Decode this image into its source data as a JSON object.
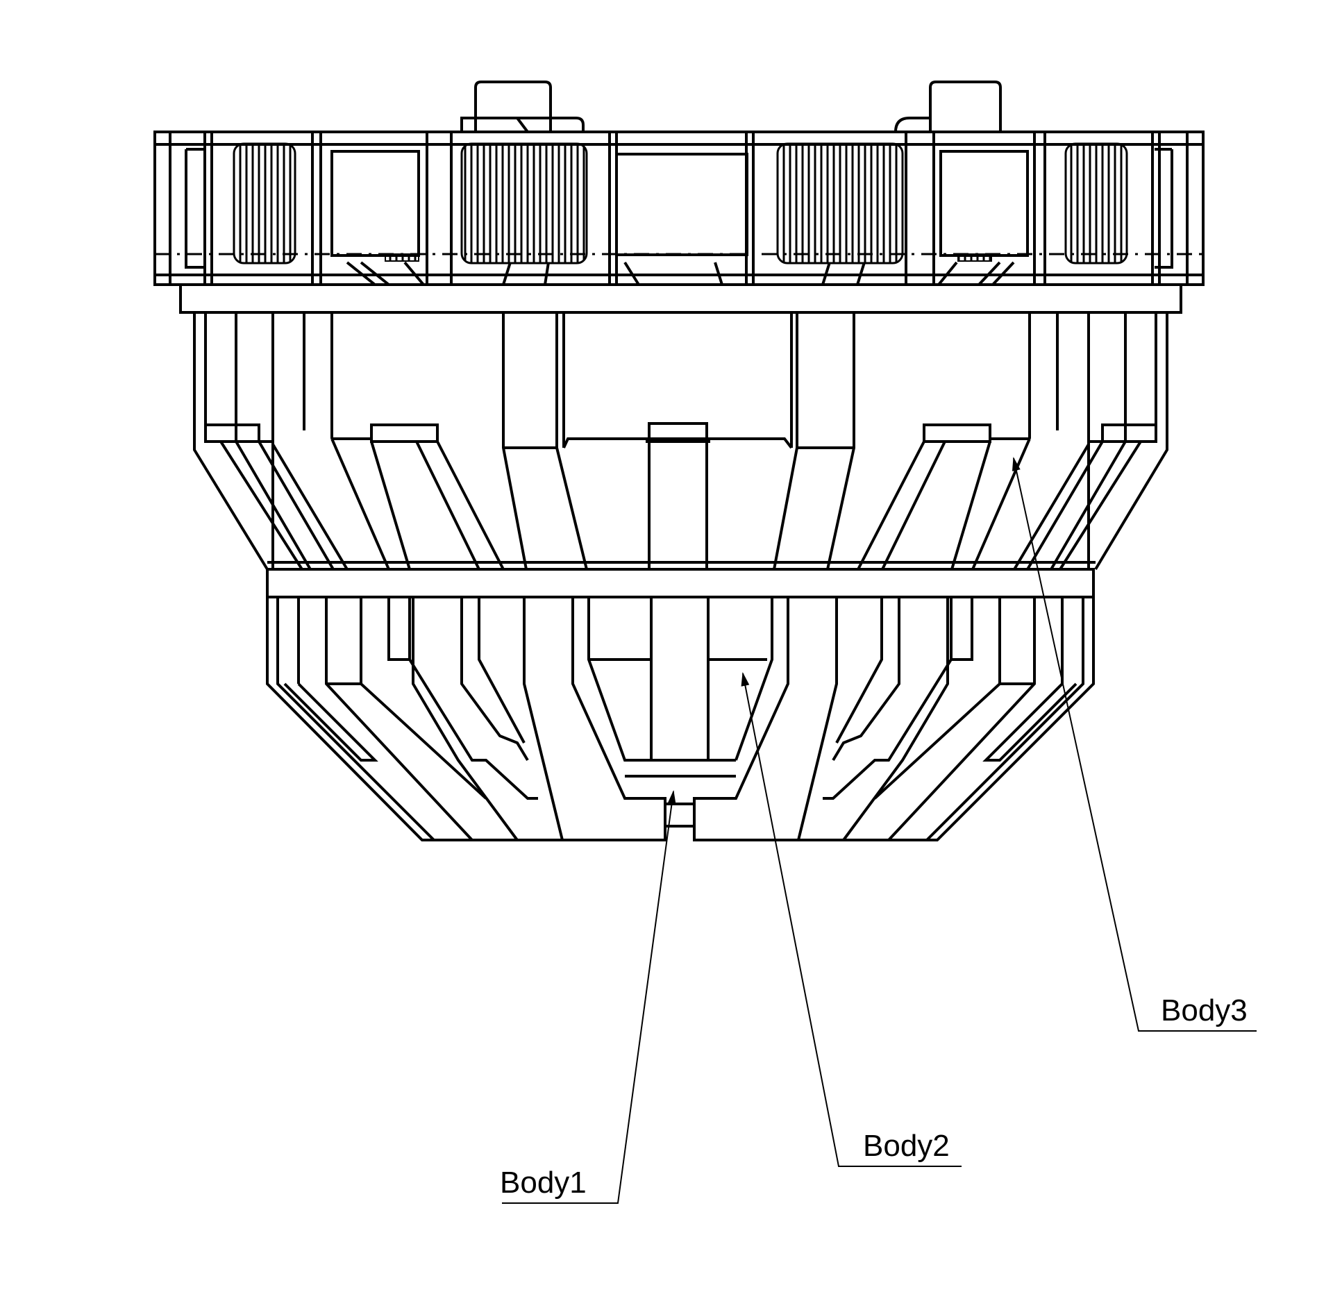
{
  "labels": {
    "body1": "Body1",
    "body2": "Body2",
    "body3": "Body3"
  },
  "colors": {
    "line": "#000000",
    "background": "#ffffff"
  }
}
